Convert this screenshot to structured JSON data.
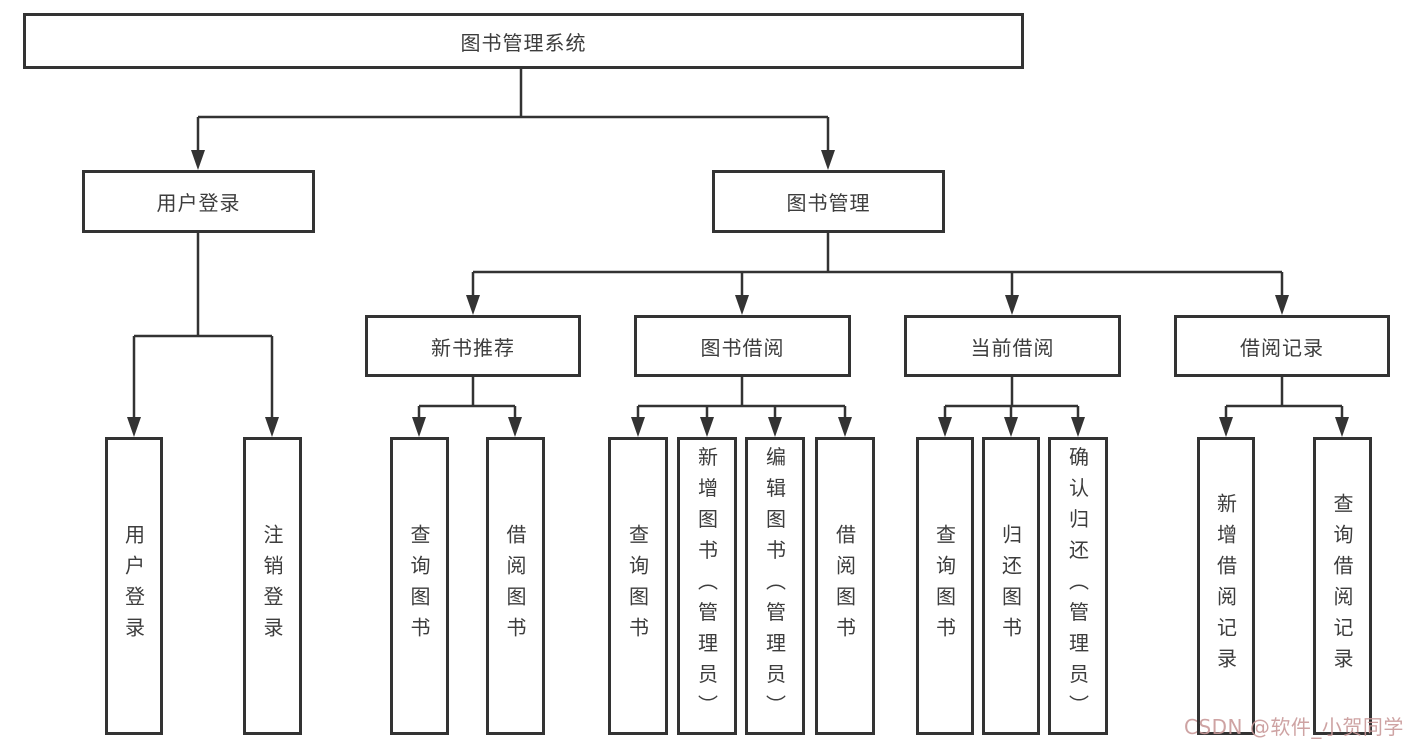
{
  "diagram_type": "hierarchy-tree",
  "colors": {
    "line": "#333333",
    "box_border": "#333333",
    "text": "#3d3d3d",
    "background": "#ffffff",
    "watermark": "#c99a9a"
  },
  "tree": {
    "label": "图书管理系统",
    "children": [
      {
        "label": "用户登录",
        "children": [
          {
            "label": "用户登录"
          },
          {
            "label": "注销登录"
          }
        ]
      },
      {
        "label": "图书管理",
        "children": [
          {
            "label": "新书推荐",
            "children": [
              {
                "label": "查询图书"
              },
              {
                "label": "借阅图书"
              }
            ]
          },
          {
            "label": "图书借阅",
            "children": [
              {
                "label": "查询图书"
              },
              {
                "label": "新增图书（管理员）"
              },
              {
                "label": "编辑图书（管理员）"
              },
              {
                "label": "借阅图书"
              }
            ]
          },
          {
            "label": "当前借阅",
            "children": [
              {
                "label": "查询图书"
              },
              {
                "label": "归还图书"
              },
              {
                "label": "确认归还（管理员）"
              }
            ]
          },
          {
            "label": "借阅记录",
            "children": [
              {
                "label": "新增借阅记录"
              },
              {
                "label": "查询借阅记录"
              }
            ]
          }
        ]
      }
    ]
  },
  "watermark": {
    "text": "CSDN @软件_小贺同学"
  }
}
